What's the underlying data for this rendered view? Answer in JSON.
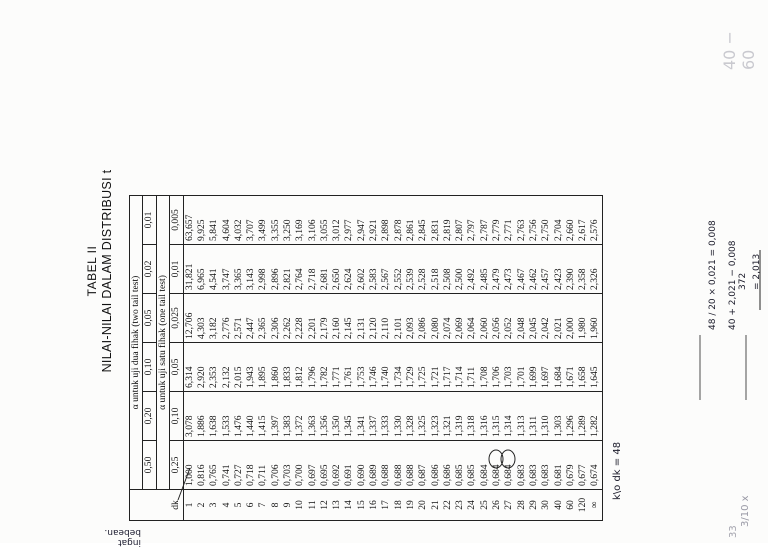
{
  "document": {
    "table_label": "TABEL II",
    "table_title": "NILAI-NILAI DALAM DISTRIBUSI t",
    "header": {
      "two_tail_caption": "α untuk uji dua fihak (two tail test)",
      "one_tail_caption": "α untuk uji satu fihak (one tail test)",
      "dk_label": "dk",
      "two_tail_alphas": [
        "0,50",
        "0,20",
        "0,10",
        "0,05",
        "0,02",
        "0,01"
      ],
      "one_tail_alphas": [
        "0,25",
        "0,10",
        "0,05",
        "0,025",
        "0,01",
        "0,005"
      ]
    },
    "rows": [
      {
        "dk": "1",
        "v": [
          "1,000",
          "3,078",
          "6,314",
          "12,706",
          "31,821",
          "63,657"
        ]
      },
      {
        "dk": "2",
        "v": [
          "0,816",
          "1,886",
          "2,920",
          "4,303",
          "6,965",
          "9,925"
        ]
      },
      {
        "dk": "3",
        "v": [
          "0,765",
          "1,638",
          "2,353",
          "3,182",
          "4,541",
          "5,841"
        ]
      },
      {
        "dk": "4",
        "v": [
          "0,741",
          "1,533",
          "2,132",
          "2,776",
          "3,747",
          "4,604"
        ]
      },
      {
        "dk": "5",
        "v": [
          "0,727",
          "1,476",
          "2,015",
          "2,571",
          "3,365",
          "4,032"
        ]
      },
      {
        "dk": "6",
        "v": [
          "0,718",
          "1,440",
          "1,943",
          "2,447",
          "3,143",
          "3,707"
        ]
      },
      {
        "dk": "7",
        "v": [
          "0,711",
          "1,415",
          "1,895",
          "2,365",
          "2,998",
          "3,499"
        ]
      },
      {
        "dk": "8",
        "v": [
          "0,706",
          "1,397",
          "1,860",
          "2,306",
          "2,896",
          "3,355"
        ]
      },
      {
        "dk": "9",
        "v": [
          "0,703",
          "1,383",
          "1,833",
          "2,262",
          "2,821",
          "3,250"
        ]
      },
      {
        "dk": "10",
        "v": [
          "0,700",
          "1,372",
          "1,812",
          "2,228",
          "2,764",
          "3,169"
        ]
      },
      {
        "dk": "11",
        "v": [
          "0,697",
          "1,363",
          "1,796",
          "2,201",
          "2,718",
          "3,106"
        ]
      },
      {
        "dk": "12",
        "v": [
          "0,695",
          "1,356",
          "1,782",
          "2,179",
          "2,681",
          "3,055"
        ]
      },
      {
        "dk": "13",
        "v": [
          "0,692",
          "1,350",
          "1,771",
          "2,160",
          "2,650",
          "3,012"
        ]
      },
      {
        "dk": "14",
        "v": [
          "0,691",
          "1,345",
          "1,761",
          "2,145",
          "2,624",
          "2,977"
        ]
      },
      {
        "dk": "15",
        "v": [
          "0,690",
          "1,341",
          "1,753",
          "2,131",
          "2,602",
          "2,947"
        ]
      },
      {
        "dk": "16",
        "v": [
          "0,689",
          "1,337",
          "1,746",
          "2,120",
          "2,583",
          "2,921"
        ]
      },
      {
        "dk": "17",
        "v": [
          "0,688",
          "1,333",
          "1,740",
          "2,110",
          "2,567",
          "2,898"
        ]
      },
      {
        "dk": "18",
        "v": [
          "0,688",
          "1,330",
          "1,734",
          "2,101",
          "2,552",
          "2,878"
        ]
      },
      {
        "dk": "19",
        "v": [
          "0,688",
          "1,328",
          "1,729",
          "2,093",
          "2,539",
          "2,861"
        ]
      },
      {
        "dk": "20",
        "v": [
          "0,687",
          "1,325",
          "1,725",
          "2,086",
          "2,528",
          "2,845"
        ]
      },
      {
        "dk": "21",
        "v": [
          "0,686",
          "1,323",
          "1,721",
          "2,080",
          "2,518",
          "2,831"
        ]
      },
      {
        "dk": "22",
        "v": [
          "0,686",
          "1,321",
          "1,717",
          "2,074",
          "2,508",
          "2,819"
        ]
      },
      {
        "dk": "23",
        "v": [
          "0,685",
          "1,319",
          "1,714",
          "2,069",
          "2,500",
          "2,807"
        ]
      },
      {
        "dk": "24",
        "v": [
          "0,685",
          "1,318",
          "1,711",
          "2,064",
          "2,492",
          "2,797"
        ]
      },
      {
        "dk": "25",
        "v": [
          "0,684",
          "1,316",
          "1,708",
          "2,060",
          "2,485",
          "2,787"
        ]
      },
      {
        "dk": "26",
        "v": [
          "0,684",
          "1,315",
          "1,706",
          "2,056",
          "2,479",
          "2,779"
        ]
      },
      {
        "dk": "27",
        "v": [
          "0,684",
          "1,314",
          "1,703",
          "2,052",
          "2,473",
          "2,771"
        ]
      },
      {
        "dk": "28",
        "v": [
          "0,683",
          "1,313",
          "1,701",
          "2,048",
          "2,467",
          "2,763"
        ]
      },
      {
        "dk": "29",
        "v": [
          "0,683",
          "1,311",
          "1,699",
          "2,045",
          "2,462",
          "2,756"
        ]
      },
      {
        "dk": "30",
        "v": [
          "0,683",
          "1,310",
          "1,697",
          "2,042",
          "2,457",
          "2,750"
        ]
      },
      {
        "dk": "40",
        "v": [
          "0,681",
          "1,303",
          "1,684",
          "2,021",
          "2,423",
          "2,704"
        ]
      },
      {
        "dk": "60",
        "v": [
          "0,679",
          "1,296",
          "1,671",
          "2,000",
          "2,390",
          "2,660"
        ]
      },
      {
        "dk": "120",
        "v": [
          "0,677",
          "1,289",
          "1,658",
          "1,980",
          "2,358",
          "2,617"
        ]
      },
      {
        "dk": "∞",
        "v": [
          "0,674",
          "1,282",
          "1,645",
          "1,960",
          "2,326",
          "2,576"
        ]
      }
    ],
    "handwriting": {
      "left_margin_note": "ingat\nbebean.",
      "dk_note": "k\\o  dk = 48",
      "formula_a": "48 / 20 × 0,021 = 0,008",
      "formula_b": "40 + 2,021 − 0,008",
      "formula_c": "= 2,013",
      "formula_d": "372",
      "fraction_note": "3/10 x",
      "margin_note_right": "40 − 60",
      "margin_note_small": "33"
    }
  }
}
